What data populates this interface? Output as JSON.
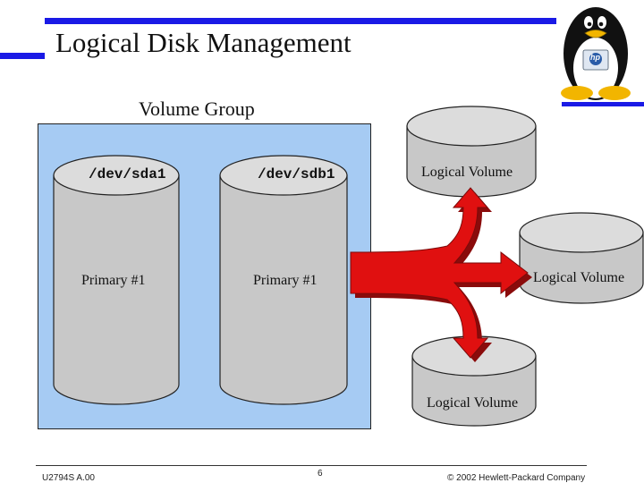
{
  "title": "Logical Disk Management",
  "volume_group": {
    "label": "Volume Group",
    "disks": [
      {
        "device": "/dev/sda1",
        "partition": "Primary #1"
      },
      {
        "device": "/dev/sdb1",
        "partition": "Primary #1"
      }
    ]
  },
  "logical_volumes": [
    {
      "label": "Logical Volume"
    },
    {
      "label": "Logical Volume"
    },
    {
      "label": "Logical Volume"
    }
  ],
  "logo": {
    "name": "tux-penguin-hp-logo",
    "brand_text": "hp",
    "colors": {
      "body": "#111111",
      "belly": "#ffffff",
      "beak": "#f2b500"
    }
  },
  "footer": {
    "course": "U2794S A.00",
    "page": "6",
    "copyright": "© 2002 Hewlett-Packard Company"
  },
  "colors": {
    "accent_bar": "#1a1ae6",
    "volume_group_fill": "#a6cbf3",
    "cylinder_fill": "#c8c8c8",
    "cylinder_top": "#dcdcdc",
    "arrow": "#e01010",
    "arrow_shadow": "#8a0b0b"
  }
}
